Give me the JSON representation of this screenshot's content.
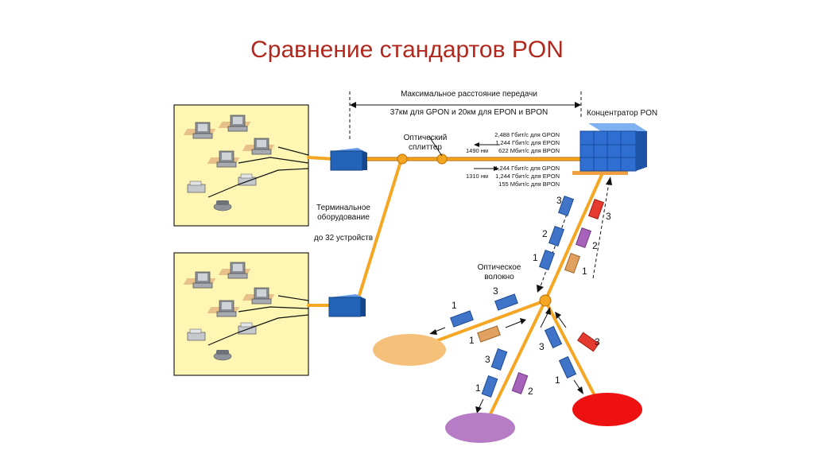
{
  "title": "Сравнение стандартов PON",
  "labels": {
    "distance_line1": "Максимальное расстояние передачи",
    "distance_line2": "37км для GPON и 20км для EPON и BPON",
    "concentrator": "Концентратор PON",
    "splitter_line1": "Оптический",
    "splitter_line2": "сплиттер",
    "terminal_line1": "Терминальное",
    "terminal_line2": "оборудование",
    "devices": "до 32 устройств",
    "fiber_line1": "Оптическое",
    "fiber_line2": "волокно",
    "wl_down": "1490 нм",
    "wl_up": "1310 нм",
    "down_rates": [
      "2,488 Гбит/с для GPON",
      "1,244 Гбит/с для EPON",
      "622 Мбит/с для BPON"
    ],
    "up_rates": [
      "1,244 Гбит/с для GPON",
      "1,244 Гбит/с для EPON",
      "155 Мбит/с для BPON"
    ]
  },
  "packet_numbers": {
    "n1": "1",
    "n2": "2",
    "n3": "3"
  },
  "colors": {
    "title": "#b0281e",
    "fiber": "#f5a623",
    "panel_fill": "#fff6b3",
    "concentrator": "#2e6fd1",
    "onu": "#2464b8",
    "packet_blue": "#3f74c9",
    "packet_red": "#e53a2f",
    "packet_purple": "#a763b9",
    "packet_tan": "#e0a060",
    "user_tan": "#f5c07a",
    "user_purple": "#b67cc5",
    "user_red": "#ee1111"
  }
}
